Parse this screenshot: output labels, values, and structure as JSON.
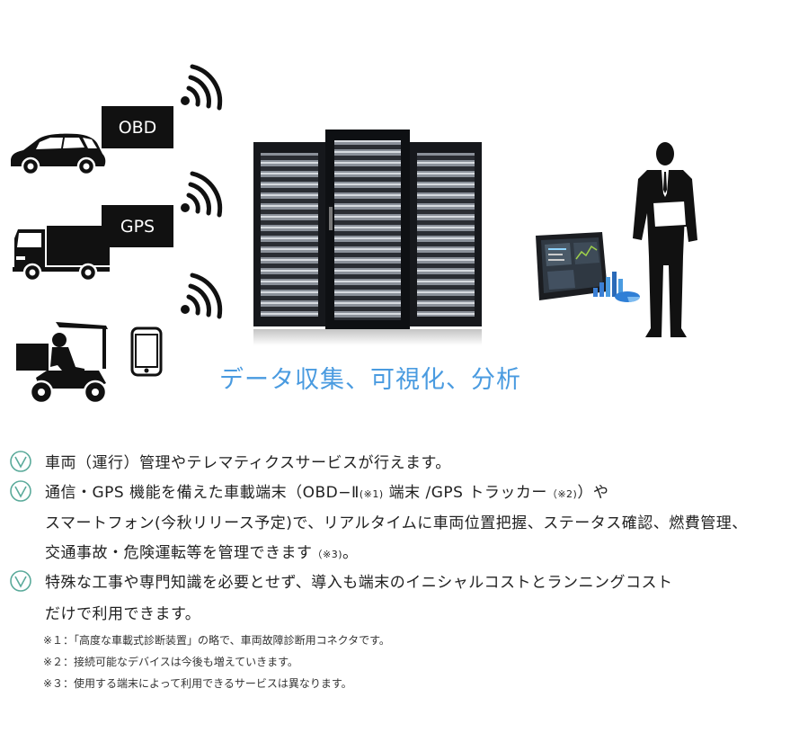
{
  "labels": {
    "obd": "OBD",
    "gps": "GPS"
  },
  "caption": "データ収集、可視化、分析",
  "bullets": [
    {
      "lines": [
        {
          "text": "車両（運行）管理やテレマティクスサービスが行えます。"
        }
      ]
    },
    {
      "lines": [
        {
          "parts": [
            "通信・GPS 機能を備えた車載端末（OBD−Ⅱ",
            "(※1)",
            " 端末 /GPS トラッカー",
            "（※2)",
            "）や"
          ]
        },
        {
          "text": "スマートフォン(今秋リリース予定)で、リアルタイムに車両位置把握、ステータス確認、燃費管理、"
        },
        {
          "parts": [
            "交通事故・危険運転等を管理できます",
            "（※3)",
            "。"
          ]
        }
      ]
    },
    {
      "lines": [
        {
          "text": "特殊な工事や専門知識を必要とせず、導入も端末のイニシャルコストとランニングコスト"
        },
        {
          "text": "だけで利用できます。"
        }
      ]
    }
  ],
  "notes": [
    "※１：「高度な車載式診断装置」の略で、車両故障診断用コネクタです。",
    "※２：接続可能なデバイスは今後も増えていきます。",
    "※３：使用する端末によって利用できるサービスは異なります。"
  ],
  "colors": {
    "accent": "#4a9be0",
    "bullet": "#5aaa9a"
  }
}
